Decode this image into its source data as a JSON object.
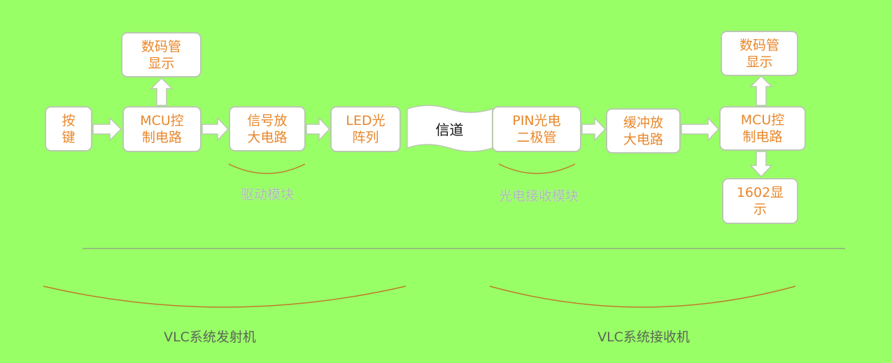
{
  "blocks": {
    "key": "按\n键",
    "tx_mcu": "MCU控\n制电路",
    "tx_display": "数码管\n显示",
    "signal_amp": "信号放\n大电路",
    "led_array": "LED光\n阵列",
    "channel": "信道",
    "pin_diode": "PIN光电\n二极管",
    "buffer_amp": "缓冲放\n大电路",
    "rx_mcu": "MCU控\n制电路",
    "rx_display": "数码管\n显示",
    "lcd1602": "1602显\n示"
  },
  "group_labels": {
    "drive_module": "驱动模块",
    "receiver_module": "光电接收模块",
    "transmitter": "VLC系统发射机",
    "receiver": "VLC系统接收机"
  },
  "colors": {
    "background": "#99ff66",
    "block_text": "#e8872a",
    "brace": "#c07a2a"
  }
}
